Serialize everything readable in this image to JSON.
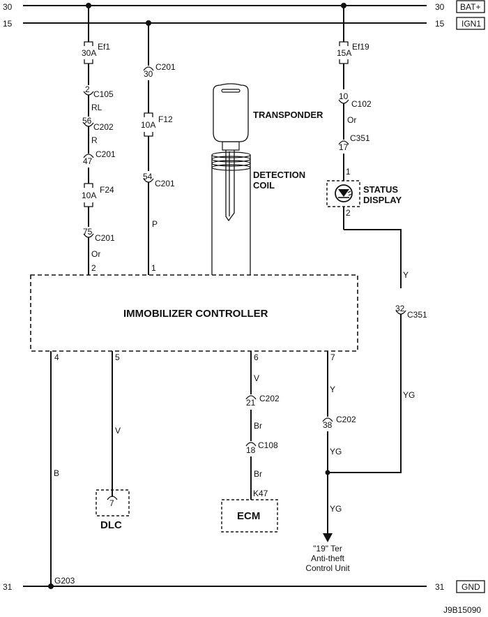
{
  "rails": {
    "bat": {
      "number": "30",
      "tag": "BAT+"
    },
    "ign": {
      "number": "15",
      "tag": "IGN1"
    },
    "gnd": {
      "number": "31",
      "tag": "GND"
    }
  },
  "branch_ef1": {
    "fuse_name": "Ef1",
    "fuse_rating": "30A",
    "conn1_pin": "2",
    "conn1_name": "C105",
    "wire1": "RL",
    "conn2_pin": "56",
    "conn2_name": "C202",
    "wire2": "R",
    "conn3_pin": "47",
    "conn3_name": "C201",
    "fuse2_name": "F24",
    "fuse2_rating": "10A",
    "conn4_pin": "75",
    "conn4_name": "C201",
    "wire3": "Or",
    "controller_pin": "2"
  },
  "branch_f12": {
    "conn1_pin": "30",
    "conn1_name": "C201",
    "fuse_name": "F12",
    "fuse_rating": "10A",
    "conn2_pin": "54",
    "conn2_name": "C201",
    "wire": "P",
    "controller_pin": "1"
  },
  "key": {
    "transponder_label": "TRANSPONDER",
    "coil_label_1": "DETECTION",
    "coil_label_2": "COIL"
  },
  "branch_ef19": {
    "fuse_name": "Ef19",
    "fuse_rating": "15A",
    "conn1_pin": "10",
    "conn1_name": "C102",
    "wire1": "Or",
    "conn2_pin": "17",
    "conn2_name": "C351",
    "display_pin_in": "1",
    "display_pin_out": "2",
    "display_label_1": "STATUS",
    "display_label_2": "DISPLAY",
    "wire2": "Y",
    "conn3_pin": "32",
    "conn3_name": "C351",
    "wire3": "YG"
  },
  "controller": {
    "label": "IMMOBILIZER CONTROLLER"
  },
  "pin4": {
    "pin": "4",
    "wire": "B",
    "ground": "G203"
  },
  "pin5": {
    "pin": "5",
    "wire": "V",
    "dlc_pin": "7",
    "dlc_label": "DLC"
  },
  "pin6": {
    "pin": "6",
    "wire1": "V",
    "conn1_pin": "21",
    "conn1_name": "C202",
    "wire2": "Br",
    "conn2_pin": "18",
    "conn2_name": "C108",
    "wire3": "Br",
    "ecm_pin": "K47",
    "ecm_label": "ECM"
  },
  "pin7": {
    "pin": "7",
    "wire1": "Y",
    "conn_pin": "38",
    "conn_name": "C202",
    "wire2": "YG",
    "wire3": "YG",
    "dest_line1": "\"19\" Ter",
    "dest_line2": "Anti-theft",
    "dest_line3": "Control Unit"
  },
  "figure_id": "J9B15090"
}
